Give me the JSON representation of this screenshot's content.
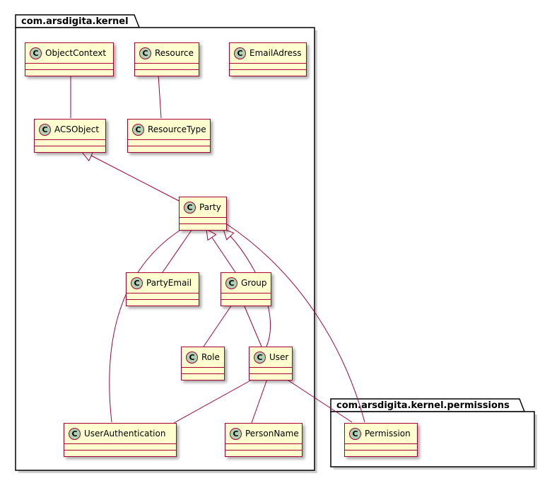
{
  "diagram_type": "uml-class-diagram",
  "icon_letter": "C",
  "colors": {
    "class_fill": "#FEFECE",
    "border_color": "#A80036",
    "line_color": "#A80036",
    "icon_fill": "#ADD1B2"
  },
  "packages": [
    {
      "name": "com.arsdigita.kernel"
    },
    {
      "name": "com.arsdigita.kernel.permissions"
    }
  ],
  "classes": [
    {
      "name": "ObjectContext",
      "package": "com.arsdigita.kernel"
    },
    {
      "name": "Resource",
      "package": "com.arsdigita.kernel"
    },
    {
      "name": "EmailAdress",
      "package": "com.arsdigita.kernel"
    },
    {
      "name": "ACSObject",
      "package": "com.arsdigita.kernel"
    },
    {
      "name": "ResourceType",
      "package": "com.arsdigita.kernel"
    },
    {
      "name": "Party",
      "package": "com.arsdigita.kernel"
    },
    {
      "name": "PartyEmail",
      "package": "com.arsdigita.kernel"
    },
    {
      "name": "Group",
      "package": "com.arsdigita.kernel"
    },
    {
      "name": "Role",
      "package": "com.arsdigita.kernel"
    },
    {
      "name": "User",
      "package": "com.arsdigita.kernel"
    },
    {
      "name": "UserAuthentication",
      "package": "com.arsdigita.kernel"
    },
    {
      "name": "PersonName",
      "package": "com.arsdigita.kernel"
    },
    {
      "name": "Permission",
      "package": "com.arsdigita.kernel.permissions"
    }
  ],
  "relations": [
    {
      "from": "ObjectContext",
      "to": "ACSObject",
      "type": "association"
    },
    {
      "from": "Resource",
      "to": "ResourceType",
      "type": "association"
    },
    {
      "from": "Party",
      "to": "ACSObject",
      "type": "generalization"
    },
    {
      "from": "PartyEmail",
      "to": "Party",
      "type": "association"
    },
    {
      "from": "Group",
      "to": "Party",
      "type": "generalization"
    },
    {
      "from": "User",
      "to": "Party",
      "type": "generalization"
    },
    {
      "from": "UserAuthentication",
      "to": "Party",
      "type": "association"
    },
    {
      "from": "Group",
      "to": "Role",
      "type": "association"
    },
    {
      "from": "Group",
      "to": "User",
      "type": "association"
    },
    {
      "from": "User",
      "to": "UserAuthentication",
      "type": "association"
    },
    {
      "from": "User",
      "to": "PersonName",
      "type": "association"
    },
    {
      "from": "Permission",
      "to": "Party",
      "type": "association"
    },
    {
      "from": "Permission",
      "to": "User",
      "type": "association"
    }
  ]
}
